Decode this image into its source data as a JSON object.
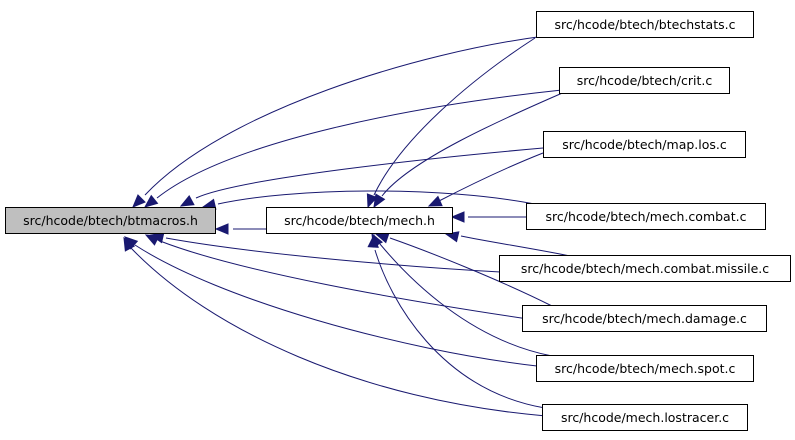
{
  "graph": {
    "nodes": [
      {
        "id": "btmacros",
        "label": "src/hcode/btech/btmacros.h",
        "fill": "#bfbfbf",
        "border": "#000000"
      },
      {
        "id": "mech",
        "label": "src/hcode/btech/mech.h",
        "fill": "#ffffff",
        "border": "#ff0000"
      },
      {
        "id": "btechstats",
        "label": "src/hcode/btech/btechstats.c",
        "fill": "#ffffff",
        "border": "#000000"
      },
      {
        "id": "crit",
        "label": "src/hcode/btech/crit.c",
        "fill": "#ffffff",
        "border": "#000000"
      },
      {
        "id": "maplos",
        "label": "src/hcode/btech/map.los.c",
        "fill": "#ffffff",
        "border": "#000000"
      },
      {
        "id": "mechcombat",
        "label": "src/hcode/btech/mech.combat.c",
        "fill": "#ffffff",
        "border": "#000000"
      },
      {
        "id": "mechcombatmissile",
        "label": "src/hcode/btech/mech.combat.missile.c",
        "fill": "#ffffff",
        "border": "#000000"
      },
      {
        "id": "mechdamage",
        "label": "src/hcode/btech/mech.damage.c",
        "fill": "#ffffff",
        "border": "#000000"
      },
      {
        "id": "mechspot",
        "label": "src/hcode/btech/mech.spot.c",
        "fill": "#ffffff",
        "border": "#000000"
      },
      {
        "id": "mechlostracer",
        "label": "src/hcode/mech.lostracer.c",
        "fill": "#ffffff",
        "border": "#000000"
      }
    ],
    "edge_color": "#191970"
  }
}
